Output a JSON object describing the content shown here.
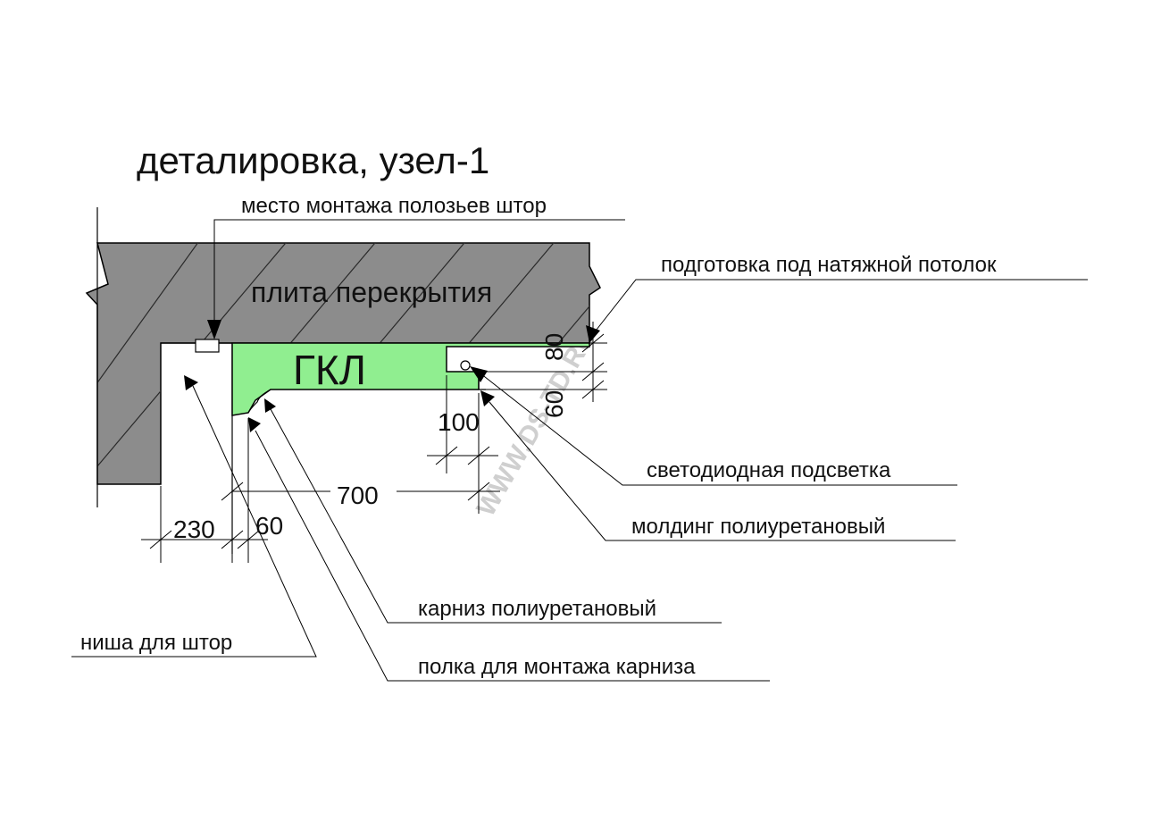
{
  "title": "деталировка, узел-1",
  "watermark": "WWW.DS-TD.RU",
  "labels": {
    "slab": "плита перекрытия",
    "gkl": "ГКЛ"
  },
  "callouts": {
    "curtain_rail_mount": "место монтажа полозьев штор",
    "stretch_ceiling_prep": "подготовка под натяжной потолок",
    "led_lighting": "светодиодная подсветка",
    "pu_molding": "молдинг полиуретановый",
    "pu_cornice": "карниз полиуретановый",
    "curtain_niche": "ниша для штор",
    "cornice_shelf": "полка для монтажа карниза"
  },
  "dimensions": {
    "d230": "230",
    "d60_h": "60",
    "d700": "700",
    "d100": "100",
    "d80": "80",
    "d60_v": "60"
  },
  "colors": {
    "slab_fill": "#8c8c8c",
    "gkl_fill": "#90ee90",
    "line": "#000000",
    "watermark": "#c8c8c8"
  }
}
